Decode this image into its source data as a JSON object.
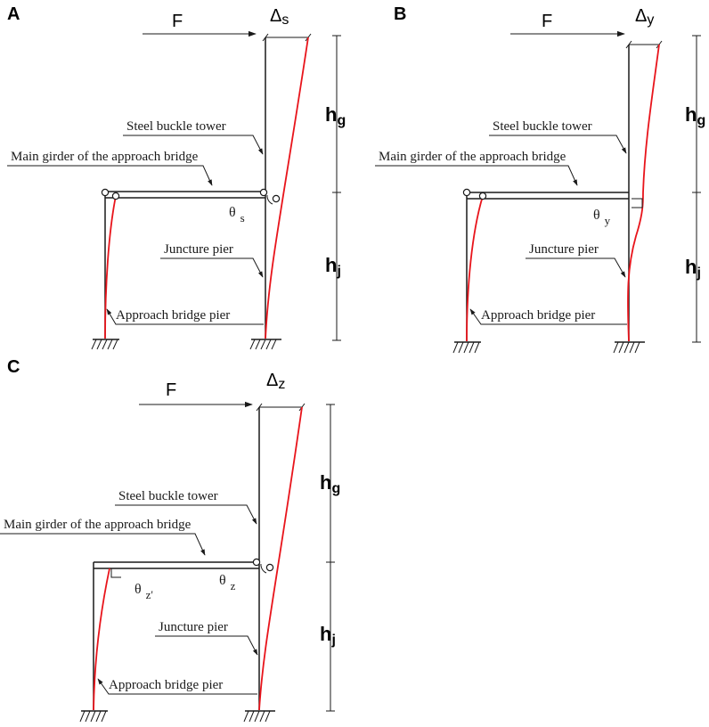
{
  "colors": {
    "structure": "#1a1a1a",
    "deformed": "#e8141b"
  },
  "panels": [
    {
      "id": "A",
      "label": "A",
      "force_label": "F",
      "delta_symbol": "Δ",
      "delta_sub": "s",
      "hg_main": "h",
      "hg_sub": "g",
      "hj_main": "h",
      "hj_sub": "j",
      "tower_label": "Steel buckle tower",
      "girder_label": "Main girder of the approach bridge",
      "theta_main": "θ",
      "theta_sub": "s",
      "juncture_label": "Juncture pier",
      "approach_label": "Approach bridge pier"
    },
    {
      "id": "B",
      "label": "B",
      "force_label": "F",
      "delta_symbol": "Δ",
      "delta_sub": "y",
      "hg_main": "h",
      "hg_sub": "g",
      "hj_main": "h",
      "hj_sub": "j",
      "tower_label": "Steel buckle tower",
      "girder_label": "Main girder of the approach bridge",
      "theta_main": "θ",
      "theta_sub": "y",
      "juncture_label": "Juncture pier",
      "approach_label": "Approach bridge pier"
    },
    {
      "id": "C",
      "label": "C",
      "force_label": "F",
      "delta_symbol": "Δ",
      "delta_sub": "z",
      "hg_main": "h",
      "hg_sub": "g",
      "hj_main": "h",
      "hj_sub": "j",
      "tower_label": "Steel buckle tower",
      "girder_label": "Main girder of the approach bridge",
      "theta_main": "θ",
      "theta_sub": "z",
      "theta2_main": "θ",
      "theta2_sub": "z'",
      "juncture_label": "Juncture pier",
      "approach_label": "Approach bridge pier"
    }
  ]
}
